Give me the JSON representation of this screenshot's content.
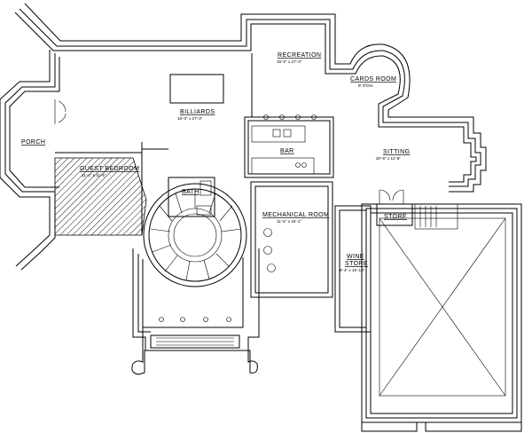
{
  "rooms": {
    "porch": {
      "label": "PORCH"
    },
    "billiards": {
      "label": "BILLIARDS",
      "dim": "16'-0\" x 27'-3\""
    },
    "recreation": {
      "label": "RECREATION",
      "dim": "15'-0\" x 27'-3\""
    },
    "cards_room": {
      "label": "CARDS ROOM",
      "dim": "9'-3\"DIA"
    },
    "bar": {
      "label": "BAR"
    },
    "sitting": {
      "label": "SITTING",
      "dim": "20'-8\" x 11'-8\""
    },
    "guest_bedroom": {
      "label": "GUEST BEDROOM",
      "dim": "11'-4\" x 11'-5\""
    },
    "bath": {
      "label": "BATH"
    },
    "mechanical_room": {
      "label": "MECHANICAL ROOM",
      "dim": "11'-5\" x 15'-1\""
    },
    "store": {
      "label": "STORE"
    },
    "wine_store": {
      "label_line1": "WINE",
      "label_line2": "STORE",
      "dim": "8'-4\" x 15'-10\""
    }
  }
}
